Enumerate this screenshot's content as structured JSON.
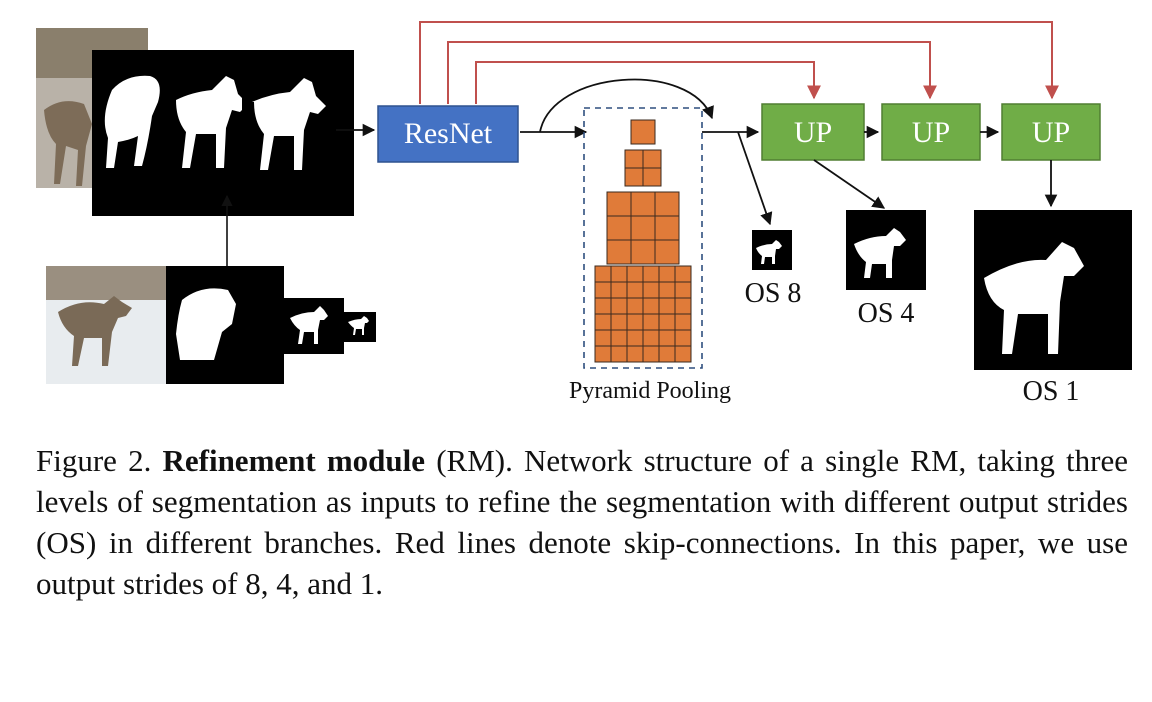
{
  "figure": {
    "resnet_label": "ResNet",
    "up_labels": [
      "UP",
      "UP",
      "UP"
    ],
    "outputs": [
      {
        "label": "OS 8"
      },
      {
        "label": "OS 4"
      },
      {
        "label": "OS 1"
      }
    ],
    "pyramid_label": "Pyramid Pooling",
    "colors": {
      "resnet": "#4472c4",
      "up": "#70ad47",
      "pool": "#e07b39",
      "skip": "#c0504d",
      "dashed_border": "#2f4f7f"
    },
    "pyramid_grids": [
      1,
      2,
      3,
      6
    ]
  },
  "caption": {
    "prefix": "Figure 2. ",
    "bold": "Refinement module",
    "text": " (RM). Network structure of a single RM, taking three levels of segmentation as inputs to refine the segmentation with different output strides (OS) in different branches. Red lines denote skip-connections.  In this paper, we use output strides of 8, 4, and 1."
  }
}
